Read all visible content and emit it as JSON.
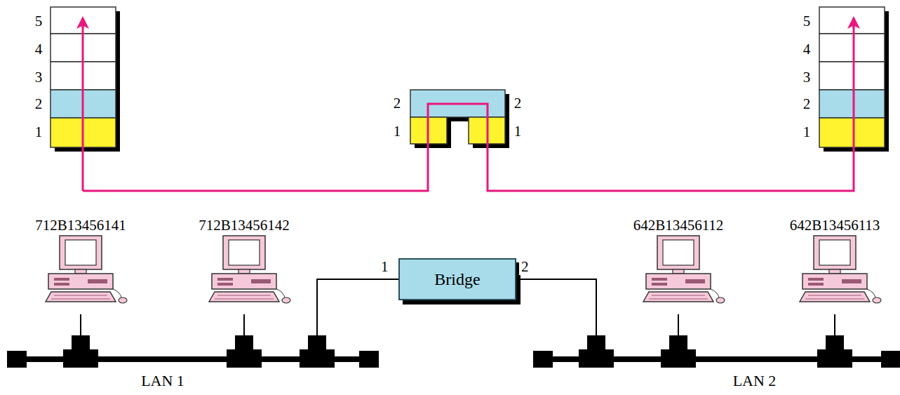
{
  "diagram": {
    "nodes": [
      {
        "text": [
          "712B13456141"
        ]
      },
      {
        "text": [
          "712B13456142"
        ]
      },
      {
        "text": [
          "Bridge"
        ]
      },
      {
        "text": [
          "642B13456112"
        ]
      },
      {
        "text": [
          "642B13456113"
        ]
      },
      {
        "text": [
          "LAN 1"
        ]
      },
      {
        "text": [
          "LAN 2"
        ]
      }
    ],
    "edges": [
      {
        "from": 0,
        "to": 5,
        "arrow": "none"
      },
      {
        "from": 1,
        "to": 5,
        "arrow": "none"
      },
      {
        "from": 5,
        "to": 2,
        "arrow": "none",
        "label": "1"
      },
      {
        "from": 2,
        "to": 6,
        "arrow": "none",
        "label": "2"
      },
      {
        "from": 6,
        "to": 3,
        "arrow": "none"
      },
      {
        "from": 6,
        "to": 4,
        "arrow": "none"
      }
    ],
    "labels": [
      "5",
      "4",
      "3",
      "2",
      "1",
      "2",
      "2",
      "1",
      "1",
      "5",
      "4",
      "3",
      "2",
      "1"
    ]
  }
}
